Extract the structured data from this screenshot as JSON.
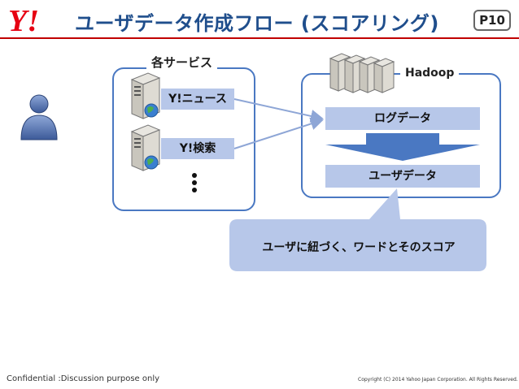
{
  "header": {
    "title": "ユーザデータ作成フロー (スコアリング)",
    "page_number": "P10"
  },
  "services_group": {
    "label": "各サービス",
    "items": [
      {
        "label": "Y!ニュース"
      },
      {
        "label": "Y!検索"
      }
    ]
  },
  "hadoop_group": {
    "label": "Hadoop",
    "stages": [
      {
        "label": "ログデータ"
      },
      {
        "label": "ユーザデータ"
      }
    ]
  },
  "callout": {
    "text": "ユーザに紐づく、ワードとそのスコア"
  },
  "footer": {
    "left": "Confidential :Discussion purpose only",
    "right": "Copyright (C) 2014 Yahoo Japan Corporation. All Rights Reserved."
  },
  "colors": {
    "accent_red": "#c00000",
    "title_blue": "#1f4e8c",
    "box_border": "#4a78c2",
    "label_fill": "#b7c7e9"
  }
}
